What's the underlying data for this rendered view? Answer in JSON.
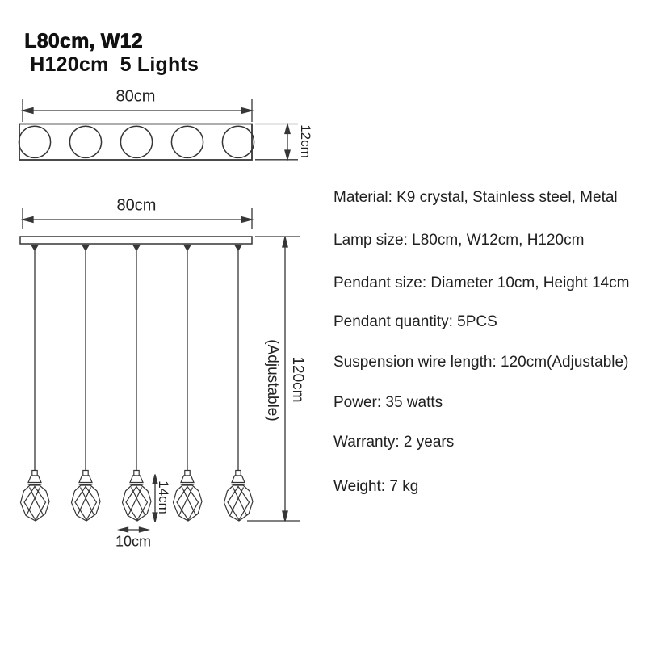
{
  "title": {
    "part1": "L80cm, W12",
    "part2": "H120cm  5 Lights"
  },
  "dimensions": {
    "top_width": "80cm",
    "top_depth": "12cm",
    "front_width": "80cm",
    "front_height": "120cm",
    "front_height_note": "(Adjustable)",
    "pendant_height": "14cm",
    "pendant_diameter": "10cm"
  },
  "specs": [
    "Material: K9 crystal, Stainless steel, Metal",
    "Lamp size: L80cm, W12cm, H120cm",
    "Pendant size: Diameter 10cm, Height 14cm",
    "Pendant quantity: 5PCS",
    "Suspension wire length: 120cm(Adjustable)",
    "Power: 35 watts",
    "Warranty: 2 years",
    "Weight: 7 kg"
  ],
  "lamp": {
    "lights_count": 5,
    "colors": {
      "line": "#363636",
      "text": "#1e1e1e",
      "background": "#ffffff"
    }
  }
}
